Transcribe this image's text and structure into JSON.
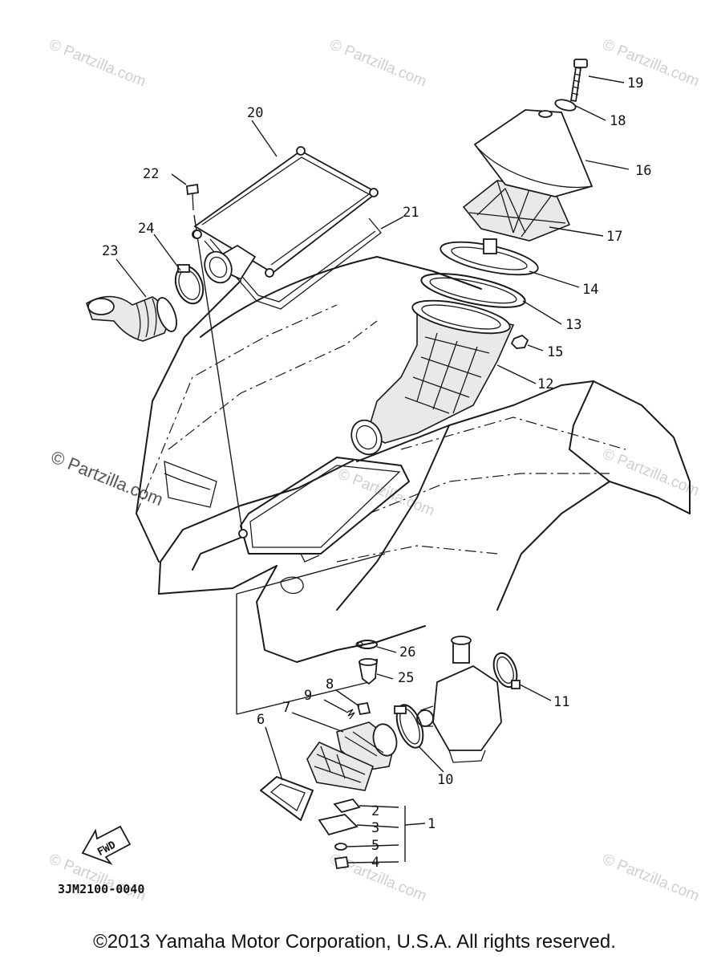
{
  "watermarks": [
    "© Partzilla.com",
    "© Partzilla.com",
    "© Partzilla.com",
    "© Partzilla.com",
    "© Partzilla.com",
    "© Partzilla.com",
    "© Partzilla.com",
    "© Partzilla.com"
  ],
  "center_watermark": "© Partzilla.com",
  "callouts": [
    "1",
    "2",
    "3",
    "4",
    "5",
    "6",
    "7",
    "8",
    "9",
    "10",
    "11",
    "12",
    "13",
    "14",
    "15",
    "16",
    "17",
    "18",
    "19",
    "20",
    "21",
    "22",
    "23",
    "24",
    "25",
    "26"
  ],
  "fwd_label": "FWD",
  "diagram_code": "3JM2100-0040",
  "copyright": "©2013  Yamaha Motor Corporation, U.S.A. All rights reserved."
}
